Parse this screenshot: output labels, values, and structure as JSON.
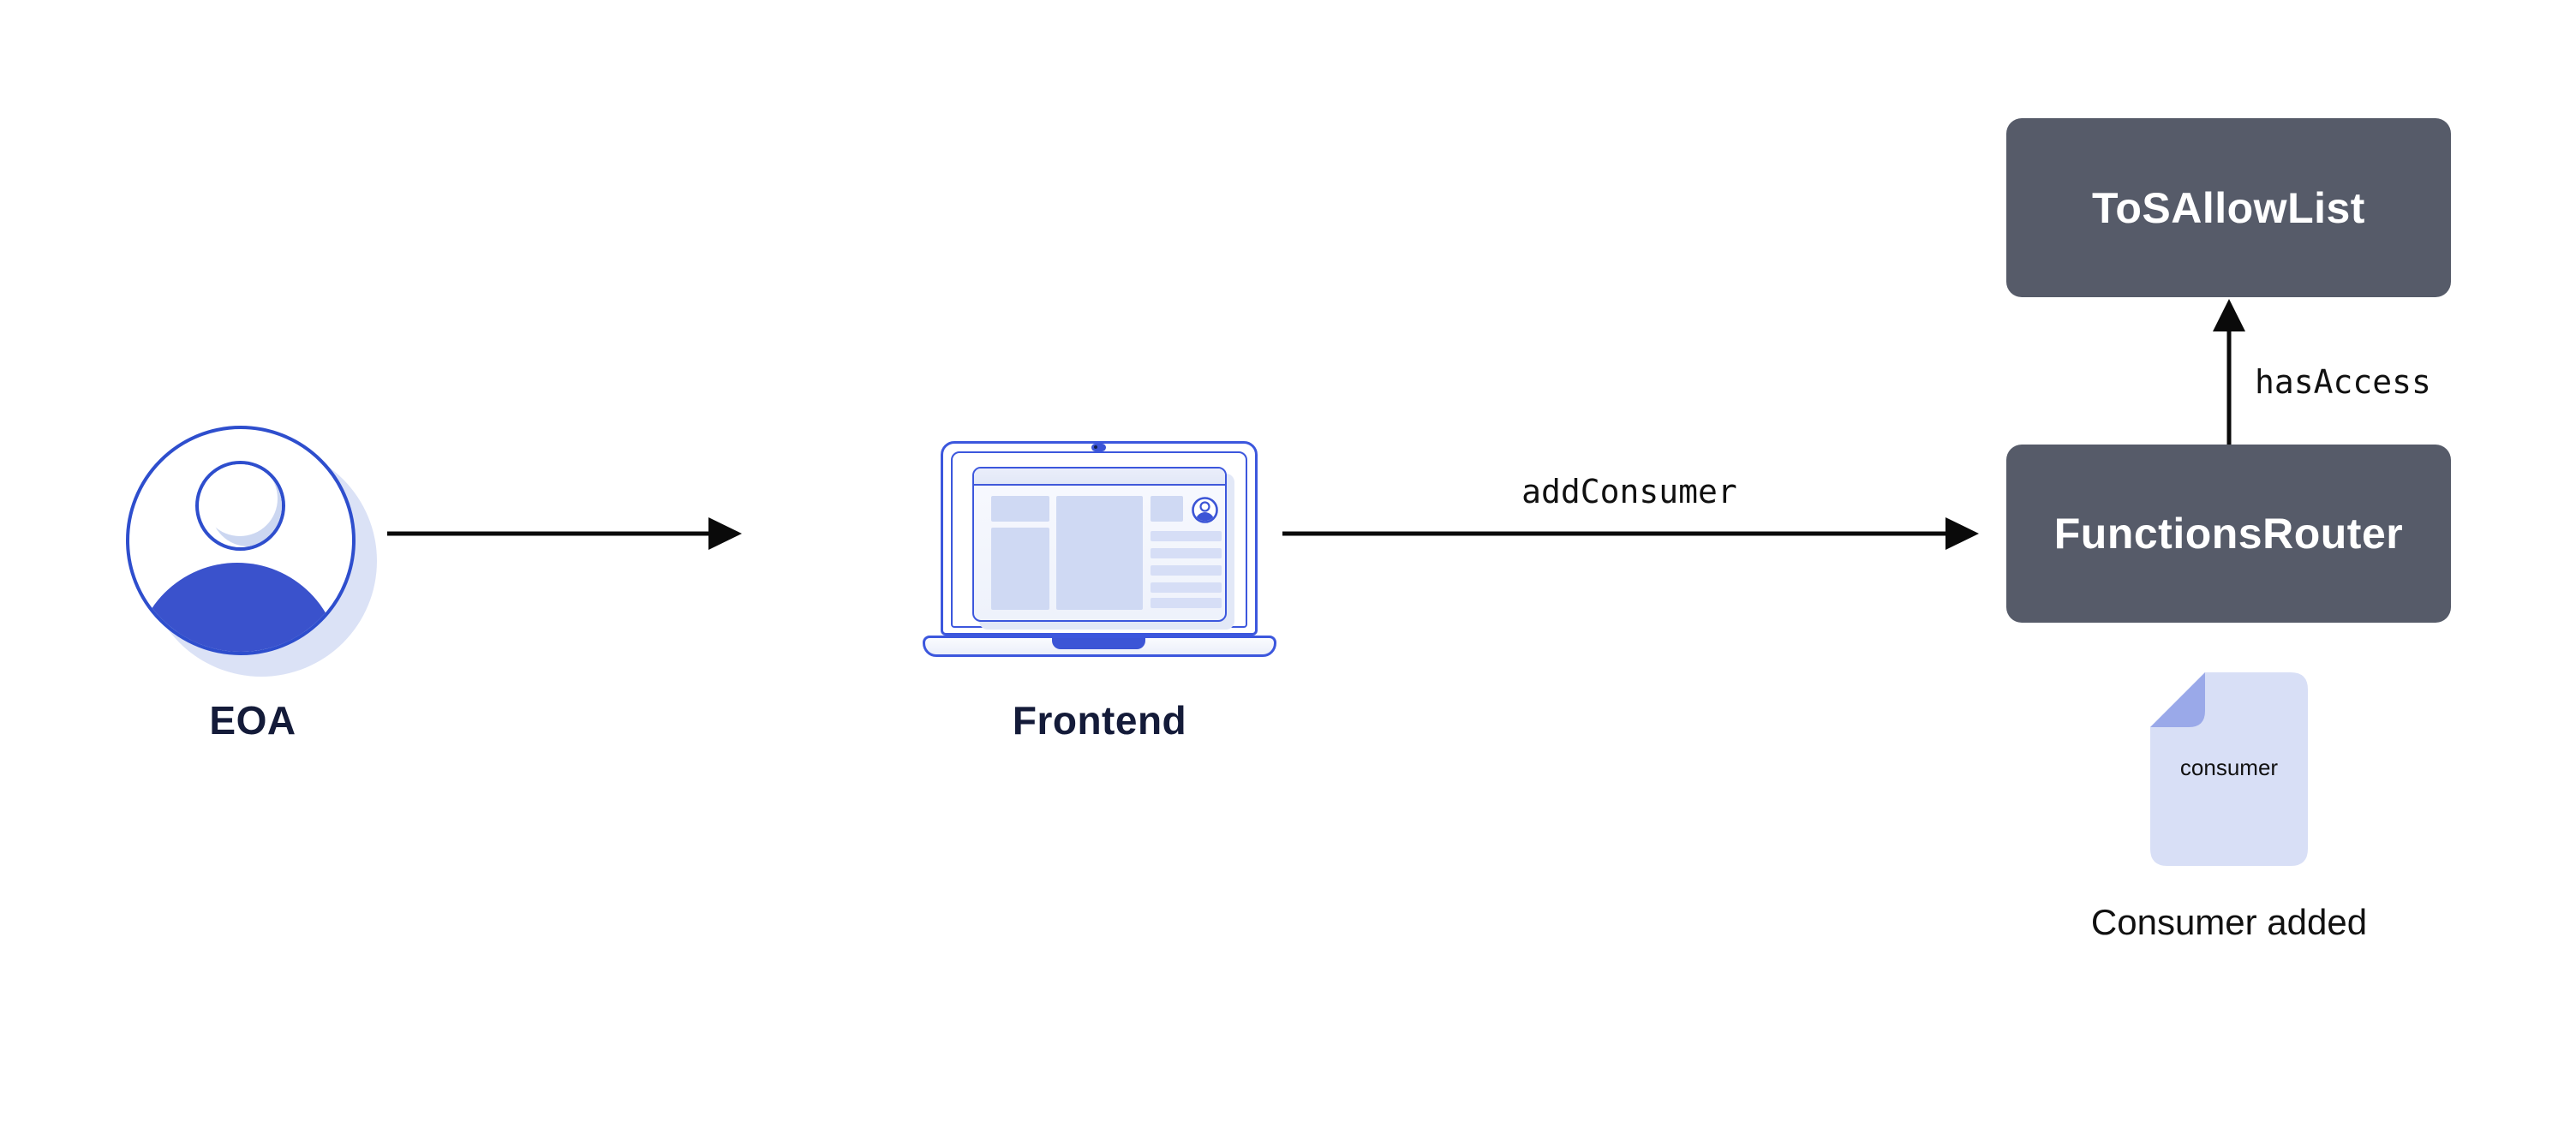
{
  "colors": {
    "background": "#ffffff",
    "accent_stroke": "#3c57dd",
    "accent_fill": "#3a52cc",
    "light_panel_fill": "#cfd9f3",
    "soft_shadow": "#dbe2f6",
    "contract_box_bg": "#565b69",
    "contract_box_text": "#ffffff",
    "node_label_text": "#141b39",
    "arrow_color": "#0a0a0a",
    "document_body": "#d8dff6",
    "document_fold": "#9aa9e9"
  },
  "icons": {
    "eoa": "user-avatar-icon",
    "frontend": "laptop-icon",
    "consumer_document": "document-icon",
    "browser_user": "user-icon"
  },
  "nodes": {
    "eoa": {
      "label": "EOA"
    },
    "frontend": {
      "label": "Frontend"
    },
    "tos_allow_list": {
      "label": "ToSAllowList"
    },
    "functions_router": {
      "label": "FunctionsRouter"
    },
    "consumer_document": {
      "file_label": "consumer",
      "caption": "Consumer added"
    }
  },
  "edges": {
    "eoa_to_frontend": {
      "from": "EOA",
      "to": "Frontend",
      "label": ""
    },
    "frontend_to_functions_router": {
      "from": "Frontend",
      "to": "FunctionsRouter",
      "label": "addConsumer"
    },
    "functions_router_to_tos_allow_list": {
      "from": "FunctionsRouter",
      "to": "ToSAllowList",
      "label": "hasAccess"
    }
  }
}
